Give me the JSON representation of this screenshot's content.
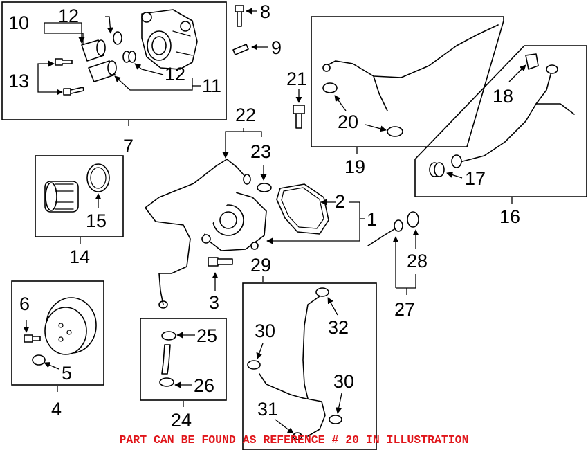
{
  "callouts": {
    "c1": "1",
    "c2": "2",
    "c3": "3",
    "c4": "4",
    "c5": "5",
    "c6": "6",
    "c7": "7",
    "c8": "8",
    "c9": "9",
    "c10": "10",
    "c11": "11",
    "c12a": "12",
    "c12b": "12",
    "c13": "13",
    "c14": "14",
    "c15": "15",
    "c16": "16",
    "c17": "17",
    "c18": "18",
    "c19": "19",
    "c20a": "20",
    "c21": "21",
    "c22": "22",
    "c23": "23",
    "c24": "24",
    "c25": "25",
    "c26": "26",
    "c27": "27",
    "c28": "28",
    "c29": "29",
    "c30a": "30",
    "c30b": "30",
    "c31": "31",
    "c32": "32"
  },
  "caption": "PART CAN BE FOUND AS REFERENCE # 20 IN ILLUSTRATION",
  "colors": {
    "line": "#000000",
    "caption": "#e0161b",
    "background": "#ffffff"
  }
}
